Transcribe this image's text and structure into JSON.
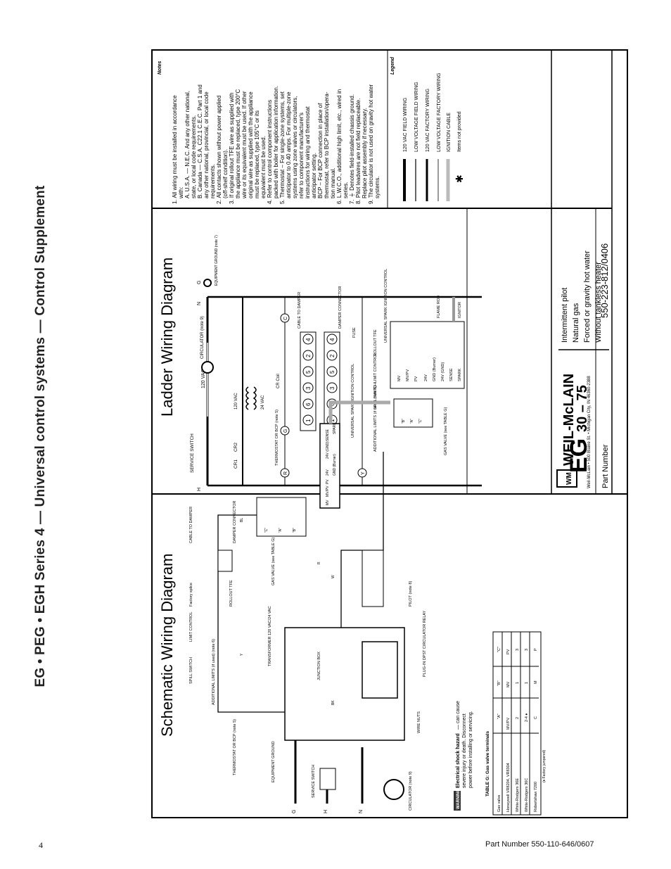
{
  "side_title": "EG • PEG • EGH Series 4 — Universal control systems — Control Supplement",
  "page_number": "4",
  "footer_part_number": "Part Number 550-110-646/0607",
  "schematic": {
    "title": "Schematic Wiring Diagram",
    "labels": {
      "additional_limits": "ADDITIONAL LIMITS (if used) (note 6)",
      "spill_switch": "SPILL SWITCH",
      "limit_control": "LIMIT CONTROL",
      "factory_splice": "Factory splice",
      "cable_to_damper": "CABLE TO DAMPER",
      "damper_connector": "DAMPER CONNECTOR",
      "rollout_tfe": "ROLLOUT TFE",
      "transformer": "TRANSFORMER 120 VAC/24 VAC",
      "junction_box": "JUNCTION BOX",
      "thermostat": "THERMOSTAT OR BCP (note 5)",
      "equipment_ground": "EQUIPMENT GROUND",
      "service_switch": "SERVICE SWITCH",
      "circulator": "CIRCULATOR (note 9)",
      "wire_nuts": "WIRE NUTS",
      "plug_in_relay": "PLUG-IN DPST CIRCULATOR RELAY",
      "gas_valve": "GAS VALVE (see TABLE G)",
      "pilot": "PILOT (note 8)",
      "universal_control": "UNIVERSAL SPARK IGNITION CONTROL",
      "sense": "SENSE",
      "spark": "SPARK",
      "mv": "MV",
      "mvpv": "MV/PV",
      "pv": "PV",
      "v24": "24V",
      "gnd_burner": "GND (Burner)",
      "v24_gnd": "24V (GND)",
      "term_a": "\"A\"",
      "term_b": "\"B\"",
      "term_c": "\"C\"",
      "wire_bk": "BK",
      "wire_g": "G",
      "wire_y": "Y",
      "wire_w": "W",
      "wire_r": "R",
      "wire_bl": "BL",
      "wire_h": "H",
      "wire_n": "N"
    },
    "warning": {
      "badge": "WARNING",
      "bold": "Electrical shock hazard",
      "text1": " — can cause",
      "text2": "severe injury or death. Disconnect",
      "text3": "power before installing or servicing."
    },
    "table": {
      "title": "TABLE G: Gas valve terminals",
      "headers": [
        "Gas valve",
        "\"A\"",
        "\"B\"",
        "\"C\""
      ],
      "rows": [
        [
          "Honeywell VR8204, VR8304",
          "MV/PV",
          "MV",
          "PV"
        ],
        [
          "White-Rodgers 36E",
          "2",
          "1",
          "3"
        ],
        [
          "White-Rodgers 36C",
          "2-4 ♦",
          "1",
          "3"
        ],
        [
          "Robertshaw 7200",
          "C",
          "M",
          "P"
        ]
      ],
      "footnote": "(♦ Factory jumpered)"
    }
  },
  "ladder": {
    "title": "Ladder Wiring Diagram",
    "labels": {
      "h": "H",
      "n": "N",
      "g": "G",
      "v120": "120 VAC",
      "service_switch": "SERVICE SWITCH",
      "circulator": "CIRCULATOR (note 9)",
      "equipment_ground": "EQUIPMENT GROUND (note 7)",
      "cr2": "CR2",
      "cr1": "CR1",
      "transformer_120": "120 VAC",
      "transformer_24": "24 VAC",
      "cr_coil": "CR Coil",
      "thermostat": "THERMOSTAT OR BCP (note 5)",
      "cable_to_damper": "CABLE TO DAMPER",
      "damper_connector": "DAMPER CONNECTOR",
      "fuse": "FUSE",
      "rollout_tfe": "ROLLOUT TFE",
      "limit_control": "LIMIT CONTROL",
      "spill_switch": "SPILL SWITCH",
      "additional_limits": "ADDITIONAL LIMITS (if used) (note 6)",
      "gas_valve": "GAS VALVE (see TABLE G)",
      "universal_control": "UNIVERSAL SPARK IGNITION CONTROL",
      "flame_rod": "FLAME ROD",
      "ignitor": "IGNITOR",
      "mv": "MV",
      "mvpv": "MV/PV",
      "pv": "PV",
      "v24": "24V",
      "gnd_burner": "GND (Burner)",
      "v24_gnd": "24V (GND)",
      "sense": "SENSE",
      "spark": "SPARK",
      "term_a": "\"A\"",
      "term_b": "\"B\"",
      "term_c": "\"C\"",
      "r": "R",
      "y": "Y",
      "c": "C",
      "circle_g": "G"
    },
    "connector_numbers": [
      "1",
      "6",
      "3",
      "5",
      "2",
      "4"
    ]
  },
  "model": {
    "eg": "EG",
    "range": "30 – 75",
    "features": [
      "Intermittent pilot",
      "Natural gas",
      "Forced or gravity hot water",
      "Without tankless heater"
    ]
  },
  "notes": {
    "title": "Notes",
    "items": [
      "1. All wiring must be installed in accordance",
      "with:",
      "A. U.S.A. — N.E.C. And any other national,",
      "state, or local code requirements.",
      "B. Canada — C.S.A. C22.1 C.E.C. Part 1 and",
      "any other national, provincial, or local code",
      "requirements.",
      "2. All contacts shown without power applied",
      "(off-shelf condition).",
      "3. If original rollout TFE wire as supplied with",
      "the appliance must be replaced, type 200°C",
      "wire or its equivalent must be used. If other",
      "original wire as supplied with the appliance",
      "must be replaced, type 105°C or its",
      "equivalent must be used.",
      "4. Refer to control component instructions",
      "packed with boiler for application information.",
      "5. Thermostat – For single-zone systems, set",
      "anticipator to 0.40 amps. For multiple-zone",
      "systems using zone valves or circulators,",
      "refer to component manufacturer's",
      "instructions for wiring and thermostat",
      "anticipator setting.",
      "BCP – For BCP connection in place of",
      "thermostat, refer to BCP installation/opera-",
      "tion manual.",
      "6. L.W.C.O., additional high limit, etc., wired in",
      "series.",
      "7. ⏚ Denotes field-installed chassis ground.",
      "8. Pilot leadwires are not field replaceable.",
      "Replace pilot assembly if necessary.",
      "9. The circulator is not used on gravity hot water",
      "systems."
    ]
  },
  "legend": {
    "title": "Legend",
    "items": [
      "120 VAC FIELD WIRING",
      "LOW VOLTAGE FIELD WIRING",
      "120 VAC FACTORY WIRING",
      "LOW VOLTAGE FACTORY WIRING",
      "IGNITION CABLE",
      "Items not provided"
    ]
  },
  "brand": {
    "logo_mark": "WM",
    "name": "WEIL-McLAIN",
    "address": "Weil-McLain • 500 Blaine St. • Michigan City, IN 46360-2388",
    "part_label": "Part Number",
    "part_value": "550-223-812/0406"
  }
}
